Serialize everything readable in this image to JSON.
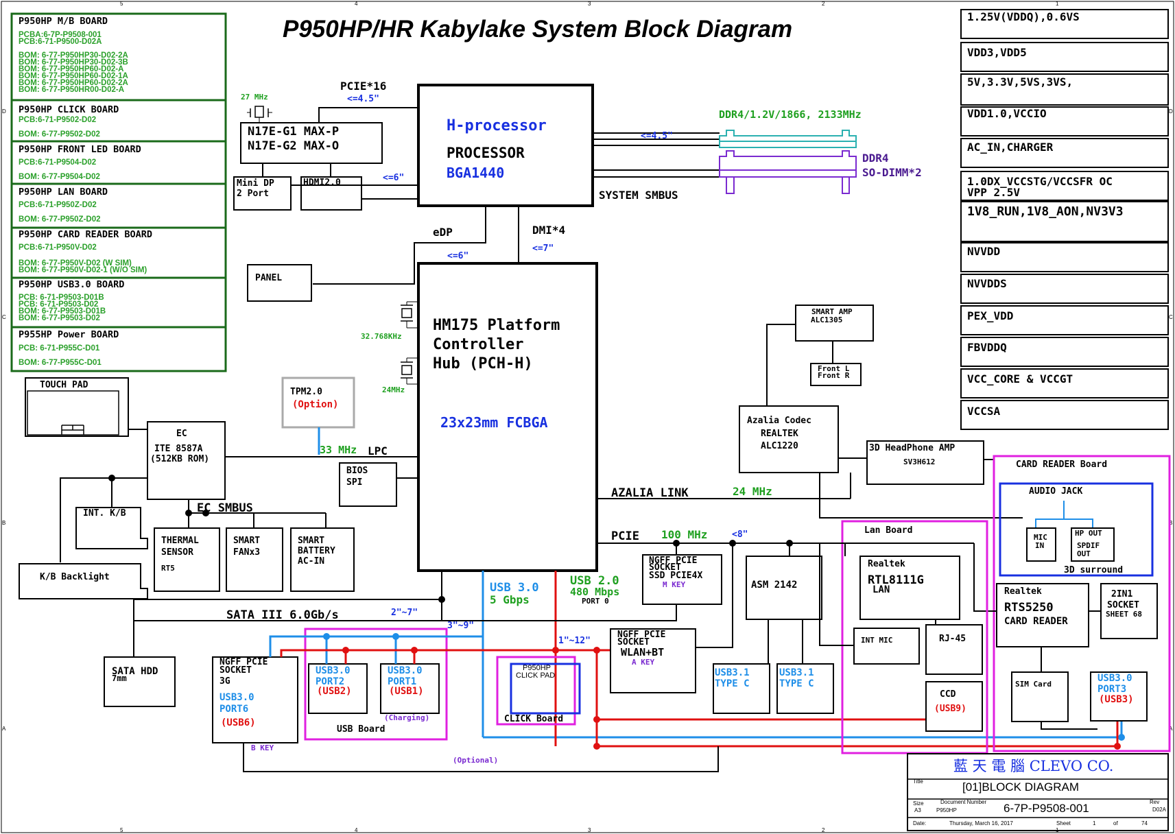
{
  "title": "P950HP/HR  Kabylake System Block Diagram",
  "colors": {
    "green": "#1fa020",
    "blue": "#1830e0",
    "light_blue": "#1e8ee8",
    "red": "#e01010",
    "magenta": "#e020e0",
    "purple": "#7a2ad0"
  },
  "boards": {
    "mb": {
      "title": "P950HP M/B BOARD",
      "pcba": "PCBA:6-7P-P9508-001",
      "pcb": "PCB:6-71-P9500-D02A",
      "bom": [
        "BOM: 6-77-P950HP30-D02-2A",
        "BOM: 6-77-P950HP30-D02-3B",
        "BOM: 6-77-P950HP60-D02-A",
        "BOM: 6-77-P950HP60-D02-1A",
        "BOM: 6-77-P950HP60-D02-2A",
        "BOM: 6-77-P950HR00-D02-A"
      ]
    },
    "click": {
      "title": "P950HP CLICK BOARD",
      "pcb": "PCB:6-71-P9502-D02",
      "bom": "BOM: 6-77-P9502-D02"
    },
    "led": {
      "title": "P950HP FRONT LED BOARD",
      "pcb": "PCB:6-71-P9504-D02",
      "bom": "BOM: 6-77-P9504-D02"
    },
    "lan": {
      "title": "P950HP LAN BOARD",
      "pcb": "PCB:6-71-P950Z-D02",
      "bom": "BOM: 6-77-P950Z-D02"
    },
    "card": {
      "title": "P950HP CARD READER BOARD",
      "pcb": "PCB:6-71-P950V-D02",
      "bom1": "BOM: 6-77-P950V-D02 (W SIM)",
      "bom2": "BOM: 6-77-P950V-D02-1 (W/O SIM)"
    },
    "usb": {
      "title": "P950HP USB3.0 BOARD",
      "lines": [
        "PCB: 6-71-P9503-D01B",
        "PCB: 6-71-P9503-D02",
        "BOM: 6-77-P9503-D01B",
        "BOM: 6-77-P9503-D02"
      ]
    },
    "power": {
      "title": "P955HP Power BOARD",
      "pcb": "PCB: 6-71-P955C-D01",
      "bom": "BOM: 6-77-P955C-D01"
    }
  },
  "power_rails": [
    "1.25V(VDDQ),0.6VS",
    "VDD3,VDD5",
    "5V,3.3V,5VS,3VS,",
    "VDD1.0,VCCIO",
    "AC_IN,CHARGER",
    "1.0DX_VCCSTG/VCCSFR OC",
    "VPP 2.5V",
    "1V8_RUN,1V8_AON,NV3V3",
    "NVVDD",
    "NVVDDS",
    "PEX_VDD",
    "FBVDDQ",
    "VCC_CORE & VCCGT",
    "VCCSA"
  ],
  "cpu": {
    "l1": "H-processor",
    "l2": "PROCESSOR",
    "l3": "BGA1440"
  },
  "pch": {
    "l1": "HM175 Platform",
    "l2": "Controller",
    "l3": "Hub (PCH-H)",
    "l4": "23x23mm FCBGA"
  },
  "gpu": {
    "freq": "27 MHz",
    "l1": "N17E-G1   MAX-P",
    "l2": "N17E-G2   MAX-O"
  },
  "labels": {
    "pcie16": "PCIE*16",
    "len45a": "<=4.5\"",
    "len45b": "<=4.5\"",
    "len6a": "<=6\"",
    "len6b": "<=6\"",
    "len7": "<=7\"",
    "len8": "<8\"",
    "edp": "eDP",
    "dmi": "DMI*4",
    "smbus": "SYSTEM SMBUS",
    "ddr_spec": "DDR4/1.2V/1866, 2133MHz",
    "ddr1": "DDR4",
    "ddr2": "SO-DIMM*2",
    "minidp1": "Mini DP",
    "minidp2": "2 Port",
    "hdmi": "HDMI2.0",
    "panel": "PANEL",
    "xtal32": "32.768KHz",
    "xtal24": "24MHz",
    "lpc_freq": "33 MHz",
    "lpc": "LPC",
    "bios1": "BIOS",
    "bios2": "SPI",
    "tpm1": "TPM2.0",
    "tpm2": "(Option)",
    "ec1": "EC",
    "ec2": "ITE 8587A",
    "ec3": "(512KB ROM)",
    "ecsmbus": "EC SMBUS",
    "touchpad": "TOUCH PAD",
    "intkb": "INT. K/B",
    "kbback": "K/B Backlight",
    "thermal1": "THERMAL",
    "thermal2": "SENSOR",
    "thermal3": "RT5",
    "fan1": "SMART",
    "fan2": "FANx3",
    "bat1": "SMART",
    "bat2": "BATTERY",
    "bat3": "AC-IN",
    "azalia": "AZALIA LINK",
    "azfreq": "24 MHz",
    "pcie": "PCIE",
    "pciefreq": "100 MHz",
    "usb3a": "USB 3.0",
    "usb3b": "5 Gbps",
    "usb2a": "USB 2.0",
    "usb2b": "480 Mbps",
    "usb2c": "PORT 0",
    "sata": "SATA III 6.0Gb/s",
    "sata_len": "2\"~7\"",
    "len39": "3\"~9\"",
    "len112": "1\"~12\"",
    "hdd1": "SATA HDD",
    "hdd2": "7mm",
    "ngff3g1": "NGFF PCIE",
    "ngff3g2": "SOCKET",
    "ngff3g3": "3G",
    "ngff3g4": "USB3.0",
    "ngff3g5": "PORT6",
    "ngff3g6": "(USB6)",
    "bkey": "B KEY",
    "usbp2a": "USB3.0",
    "usbp2b": "PORT2",
    "usbp2c": "(USB2)",
    "usbp1a": "USB3.0",
    "usbp1b": "PORT1",
    "usbp1c": "(USB1)",
    "charging": "(Charging)",
    "usbboard": "USB Board",
    "clickpad1": "P950HP",
    "clickpad2": "CLICK PAD",
    "clickboard": "CLICK Board",
    "optional": "(Optional)",
    "ssd1": "NGFF PCIE",
    "ssd2": "SOCKET",
    "ssd3": "SSD PCIE4X",
    "ssd4": "M KEY",
    "wlan1": "NGFF PCIE",
    "wlan2": "SOCKET",
    "wlan3": "WLAN+BT",
    "wlan4": "A KEY",
    "asm": "ASM 2142",
    "tc1a": "USB3.1",
    "tc1b": "TYPE C",
    "tc2a": "USB3.1",
    "tc2b": "TYPE C",
    "amp1": "SMART AMP",
    "amp2": "ALC1305",
    "front1": "Front L",
    "front2": "Front R",
    "codec1": "Azalia Codec",
    "codec2": "REALTEK",
    "codec3": "ALC1220",
    "hp1": "3D HeadPhone AMP",
    "hp2": "SV3H612",
    "cardboard": "CARD READER Board",
    "audiojack": "AUDIO JACK",
    "mic1": "MIC",
    "mic2": "IN",
    "hpout1": "HP OUT",
    "hpout2": "SPDIF",
    "hpout3": "OUT",
    "surround": "3D surround",
    "lanboard": "Lan Board",
    "rtl1": "Realtek",
    "rtl2": "RTL8111G",
    "rtl3": "LAN",
    "intmic": "INT MIC",
    "rj45": "RJ-45",
    "ccd1": "CCD",
    "ccd2": "(USB9)",
    "rts1": "Realtek",
    "rts2": "RTS5250",
    "rts3": "CARD READER",
    "twoin1a": "2IN1",
    "twoin1b": "SOCKET",
    "twoin1c": "SHEET 68",
    "sim": "SIM Card",
    "usbp3a": "USB3.0",
    "usbp3b": "PORT3",
    "usbp3c": "(USB3)"
  },
  "titleblock": {
    "company": "藍 天 電 腦  CLEVO CO.",
    "title_label": "Title",
    "title": "[01]BLOCK DIAGRAM",
    "size_label": "Size",
    "size": "A3",
    "docnum_label": "Document Number",
    "docnum_sub": "P950HP",
    "docnum": "6-7P-P9508-001",
    "rev_label": "Rev",
    "rev": "D02A",
    "date_label": "Date:",
    "date": "Thursday, March 16, 2017",
    "sheet_label": "Sheet",
    "sheet": "1",
    "of": "of",
    "total": "74"
  },
  "grid": {
    "top": [
      "5",
      "4",
      "3",
      "2",
      "1"
    ],
    "side": [
      "D",
      "C",
      "B",
      "A"
    ]
  }
}
